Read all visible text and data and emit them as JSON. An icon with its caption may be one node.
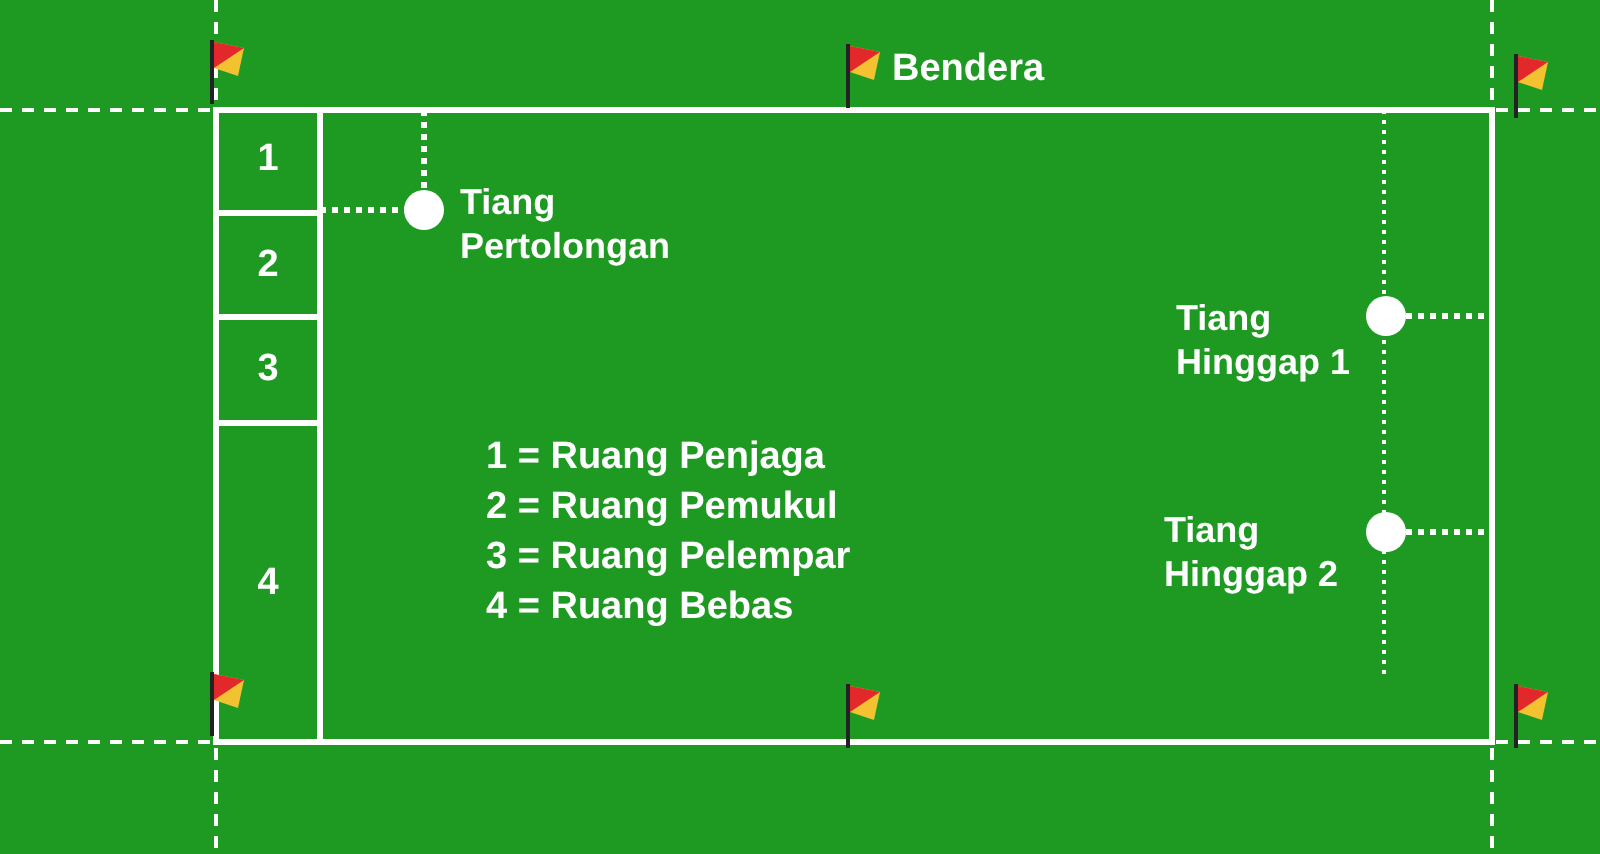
{
  "diagram": {
    "nodes": [
      {
        "text": [
          "1"
        ]
      },
      {
        "text": [
          "2"
        ]
      },
      {
        "text": [
          "3"
        ]
      },
      {
        "text": [
          "4"
        ]
      },
      {
        "text": [],
        "shape": "circle",
        "beside": [
          "Tiang Pertolongan"
        ]
      },
      {
        "text": [],
        "shape": "circle",
        "beside": [
          "Tiang Hinggap 1"
        ]
      },
      {
        "text": [],
        "shape": "circle",
        "beside": [
          "Tiang Hinggap 2"
        ]
      }
    ],
    "labels": [
      "Bendera",
      "1 = Ruang Penjaga",
      "2 = Ruang Pemukul",
      "3 = Ruang Pelempar",
      "4 = Ruang Bebas"
    ]
  }
}
